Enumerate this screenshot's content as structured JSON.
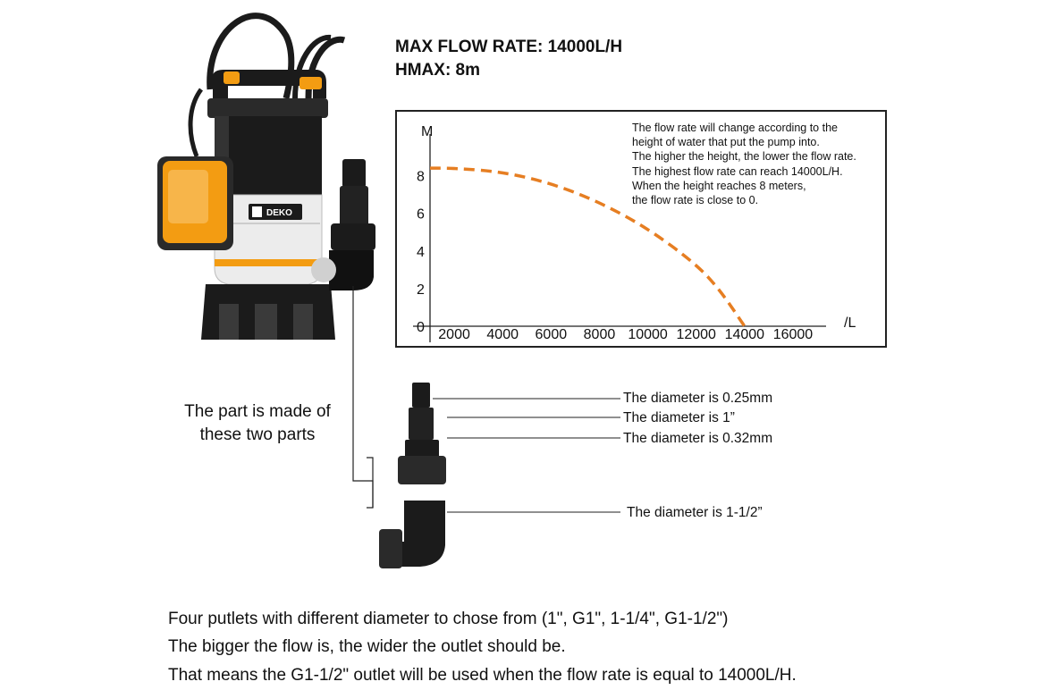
{
  "specs": {
    "flow": "MAX FLOW RATE: 14000L/H",
    "hmax": "HMAX: 8m"
  },
  "colors": {
    "curve": "#e67e22",
    "pump_orange": "#f39c12",
    "pump_black": "#1b1b1b"
  },
  "brand": "DEKO",
  "chart_data": {
    "type": "line",
    "ylabel": "M",
    "xlabel": "/L",
    "x_ticks": [
      2000,
      4000,
      6000,
      8000,
      10000,
      12000,
      14000,
      16000
    ],
    "y_ticks": [
      0,
      2,
      4,
      6,
      8
    ],
    "xlim": [
      1000,
      17000
    ],
    "ylim": [
      0,
      9.5
    ],
    "series": [
      {
        "style": "dashed",
        "x": [
          1000,
          2000,
          4000,
          6000,
          8000,
          10000,
          12000,
          13000,
          14000
        ],
        "y": [
          8.4,
          8.4,
          8.2,
          7.6,
          6.6,
          5.2,
          3.3,
          1.9,
          0
        ]
      }
    ],
    "notes": [
      "The flow rate will change according to the",
      "height of water that put the pump into.",
      "The higher the height, the lower the flow rate.",
      "The highest flow rate can reach 14000L/H.",
      "When the height reaches 8 meters,",
      "the flow rate is close to 0."
    ]
  },
  "parts": {
    "labels": [
      "The diameter is 0.25mm",
      "The diameter is 1”",
      "The diameter is 0.32mm",
      "The diameter is 1-1/2”"
    ],
    "caption": [
      "The part is made of",
      "these two parts"
    ]
  },
  "bottom_text": [
    "Four putlets with different diameter to chose from (1\", G1\", 1-1/4\", G1-1/2\")",
    "The bigger the flow is, the wider the outlet should be.",
    "That means the G1-1/2\" outlet will be used when the flow rate is equal to 14000L/H."
  ]
}
